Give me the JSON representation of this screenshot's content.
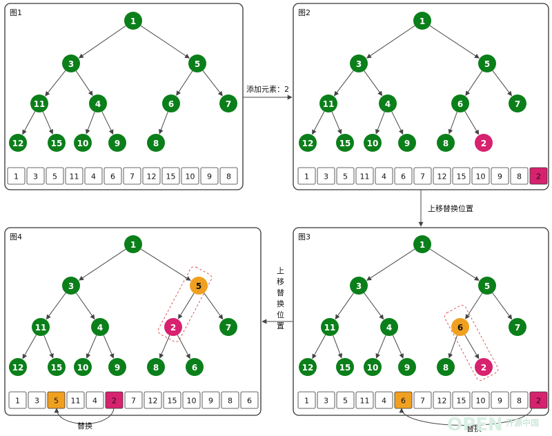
{
  "colors": {
    "green": "#0b7f1a",
    "pink": "#d6226f",
    "orange": "#f0a020",
    "white": "#ffffff",
    "dash": "#e05050"
  },
  "panels": [
    {
      "title": "图1",
      "tree": [
        {
          "label": "1",
          "color": "green"
        },
        {
          "label": "3",
          "color": "green"
        },
        {
          "label": "5",
          "color": "green"
        },
        {
          "label": "11",
          "color": "green"
        },
        {
          "label": "4",
          "color": "green"
        },
        {
          "label": "6",
          "color": "green"
        },
        {
          "label": "7",
          "color": "green"
        },
        {
          "label": "12",
          "color": "green"
        },
        {
          "label": "15",
          "color": "green"
        },
        {
          "label": "10",
          "color": "green"
        },
        {
          "label": "9",
          "color": "green"
        },
        {
          "label": "8",
          "color": "green"
        }
      ],
      "array": [
        {
          "v": "1"
        },
        {
          "v": "3"
        },
        {
          "v": "5"
        },
        {
          "v": "11"
        },
        {
          "v": "4"
        },
        {
          "v": "6"
        },
        {
          "v": "7"
        },
        {
          "v": "12"
        },
        {
          "v": "15"
        },
        {
          "v": "10"
        },
        {
          "v": "9"
        },
        {
          "v": "8"
        }
      ]
    },
    {
      "title": "图2",
      "tree": [
        {
          "label": "1",
          "color": "green"
        },
        {
          "label": "3",
          "color": "green"
        },
        {
          "label": "5",
          "color": "green"
        },
        {
          "label": "11",
          "color": "green"
        },
        {
          "label": "4",
          "color": "green"
        },
        {
          "label": "6",
          "color": "green"
        },
        {
          "label": "7",
          "color": "green"
        },
        {
          "label": "12",
          "color": "green"
        },
        {
          "label": "15",
          "color": "green"
        },
        {
          "label": "10",
          "color": "green"
        },
        {
          "label": "9",
          "color": "green"
        },
        {
          "label": "8",
          "color": "green"
        },
        {
          "label": "2",
          "color": "pink"
        }
      ],
      "array": [
        {
          "v": "1"
        },
        {
          "v": "3"
        },
        {
          "v": "5"
        },
        {
          "v": "11"
        },
        {
          "v": "4"
        },
        {
          "v": "6"
        },
        {
          "v": "7"
        },
        {
          "v": "12"
        },
        {
          "v": "15"
        },
        {
          "v": "10"
        },
        {
          "v": "9"
        },
        {
          "v": "8"
        },
        {
          "v": "2",
          "hl": "pink"
        }
      ]
    },
    {
      "title": "图3",
      "tree": [
        {
          "label": "1",
          "color": "green"
        },
        {
          "label": "3",
          "color": "green"
        },
        {
          "label": "5",
          "color": "green"
        },
        {
          "label": "11",
          "color": "green"
        },
        {
          "label": "4",
          "color": "green"
        },
        {
          "label": "6",
          "color": "orange"
        },
        {
          "label": "7",
          "color": "green"
        },
        {
          "label": "12",
          "color": "green"
        },
        {
          "label": "15",
          "color": "green"
        },
        {
          "label": "10",
          "color": "green"
        },
        {
          "label": "9",
          "color": "green"
        },
        {
          "label": "8",
          "color": "green"
        },
        {
          "label": "2",
          "color": "pink"
        }
      ],
      "array": [
        {
          "v": "1"
        },
        {
          "v": "3"
        },
        {
          "v": "5"
        },
        {
          "v": "11"
        },
        {
          "v": "4"
        },
        {
          "v": "6",
          "hl": "orange"
        },
        {
          "v": "7"
        },
        {
          "v": "12"
        },
        {
          "v": "15"
        },
        {
          "v": "10"
        },
        {
          "v": "9"
        },
        {
          "v": "8"
        },
        {
          "v": "2",
          "hl": "pink"
        }
      ],
      "swap_label": "替换"
    },
    {
      "title": "图4",
      "tree": [
        {
          "label": "1",
          "color": "green"
        },
        {
          "label": "3",
          "color": "green"
        },
        {
          "label": "5",
          "color": "orange"
        },
        {
          "label": "11",
          "color": "green"
        },
        {
          "label": "4",
          "color": "green"
        },
        {
          "label": "2",
          "color": "pink"
        },
        {
          "label": "7",
          "color": "green"
        },
        {
          "label": "12",
          "color": "green"
        },
        {
          "label": "15",
          "color": "green"
        },
        {
          "label": "10",
          "color": "green"
        },
        {
          "label": "9",
          "color": "green"
        },
        {
          "label": "8",
          "color": "green"
        },
        {
          "label": "6",
          "color": "green"
        }
      ],
      "array": [
        {
          "v": "1"
        },
        {
          "v": "3"
        },
        {
          "v": "5",
          "hl": "orange"
        },
        {
          "v": "11"
        },
        {
          "v": "4"
        },
        {
          "v": "2",
          "hl": "pink"
        },
        {
          "v": "7"
        },
        {
          "v": "12"
        },
        {
          "v": "15"
        },
        {
          "v": "10"
        },
        {
          "v": "9"
        },
        {
          "v": "8"
        },
        {
          "v": "6"
        }
      ],
      "swap_label": "替换"
    }
  ],
  "arrows": {
    "add_element": "添加元素：2",
    "move_up_1": "上移替换位置",
    "move_up_2": "上移替换位置"
  },
  "watermark": {
    "main": "OPEN",
    "sub": "开源中国"
  }
}
